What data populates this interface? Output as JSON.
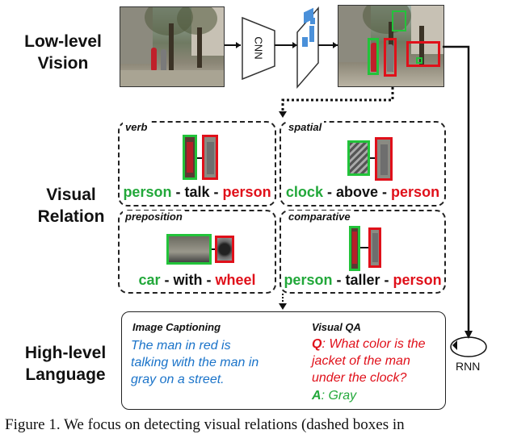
{
  "levels": {
    "low_vision": [
      "Low-level",
      "Vision"
    ],
    "visual_relation": [
      "Visual",
      "Relation"
    ],
    "high_language": [
      "High-level",
      "Language"
    ]
  },
  "cnn_label": "CNN",
  "rnn_label": "RNN",
  "relations": [
    {
      "category": "verb",
      "subject": "person",
      "predicate": "talk",
      "object": "person"
    },
    {
      "category": "spatial",
      "subject": "clock",
      "predicate": "above",
      "object": "person"
    },
    {
      "category": "preposition",
      "subject": "car",
      "predicate": "with",
      "object": "wheel"
    },
    {
      "category": "comparative",
      "subject": "person",
      "predicate": "taller",
      "object": "person"
    }
  ],
  "sep": "-",
  "captioning": {
    "title": "Image Captioning",
    "lines": [
      "The man in red is",
      "talking with the man in",
      "gray on a street."
    ]
  },
  "vqa": {
    "title": "Visual QA",
    "q_label": "Q",
    "q_lines": [
      ": What color is the",
      "jacket  of the man",
      "under the clock?"
    ],
    "a_label": "A",
    "a_text": ": Gray"
  },
  "colors": {
    "subject": "#22a83a",
    "object": "#e0101a",
    "caption_text": "#1a73c9",
    "question": "#e0101a",
    "answer": "#22a83a"
  },
  "figure_caption": "Figure 1. We focus on detecting visual relations (dashed boxes in"
}
